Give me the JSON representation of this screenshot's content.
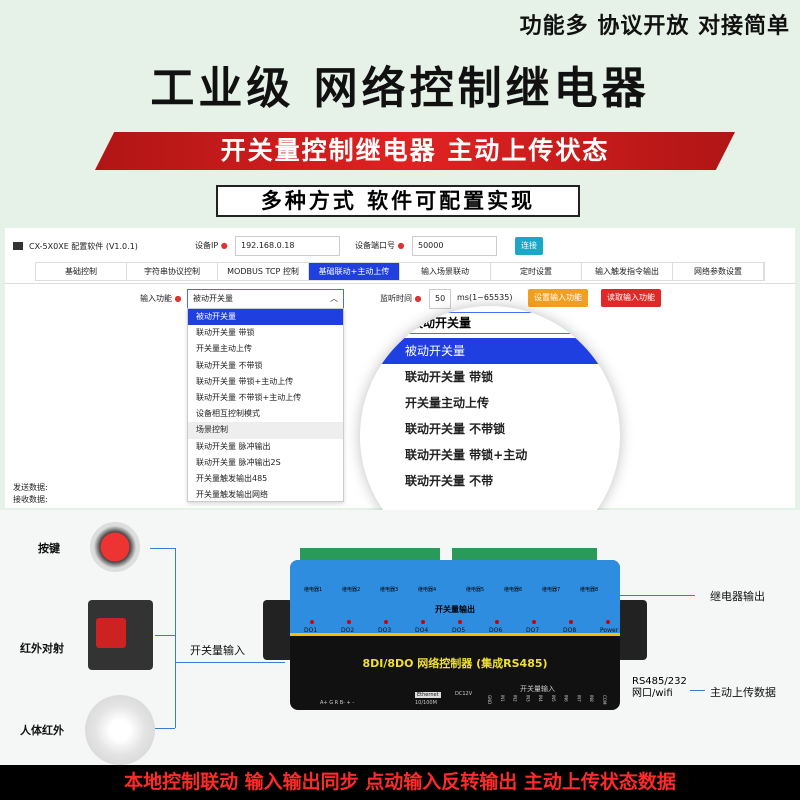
{
  "header": {
    "tagline": "功能多 协议开放 对接简单",
    "title": "工业级 网络控制继电器",
    "ribbon": "开关量控制继电器 主动上传状态",
    "subtitle": "多种方式 软件可配置实现"
  },
  "app": {
    "title": "CX-5X0XE 配置软件 (V1.0.1)",
    "ip_label": "设备IP",
    "ip_value": "192.168.0.18",
    "port_label": "设备端口号",
    "port_value": "50000",
    "connect": "连接",
    "tabs": [
      "基础控制",
      "字符串协议控制",
      "MODBUS TCP 控制",
      "基础联动+主动上传",
      "输入场景联动",
      "定时设置",
      "输入触发指令输出",
      "网络参数设置"
    ],
    "input_func_label": "输入功能",
    "input_func_value": "被动开关量",
    "listen_label": "监听时间",
    "listen_value": "50",
    "listen_unit": "ms(1~65535)",
    "set_btn": "设置输入功能",
    "read_btn": "读取输入功能",
    "send_label": "发送数据:",
    "recv_label": "接收数据:",
    "options": [
      "被动开关量",
      "联动开关量 带锁",
      "开关量主动上传",
      "联动开关量 不带锁",
      "联动开关量 带锁+主动上传",
      "联动开关量 不带锁+主动上传",
      "设备相互控制模式",
      "场景控制",
      "联动开关量 脉冲输出",
      "联动开关量 脉冲输出2S",
      "开关量触发输出485",
      "开关量触发输出网络"
    ],
    "lens_top": "被动开关量",
    "lens_options": [
      "被动开关量",
      "联动开关量 带锁",
      "开关量主动上传",
      "联动开关量 不带锁",
      "联动开关量 带锁+主动",
      "联动开关量 不带"
    ]
  },
  "diagram": {
    "button": "按键",
    "infrared_beam": "红外对射",
    "pir": "人体红外",
    "switch_input": "开关量输入",
    "relay_output": "继电器输出",
    "comm": "RS485/232\n网口/wifi",
    "upload": "主动上传数据",
    "device": {
      "name": "8DI/8DO 网络控制器 (集成RS485)",
      "output_title": "开关量输出",
      "input_title": "开关量输入",
      "do_labels": [
        "DO1",
        "DO2",
        "DO3",
        "DO4",
        "DO5",
        "DO6",
        "DO7",
        "DO8",
        "Power"
      ],
      "relays": [
        "继电器1",
        "继电器2",
        "继电器3",
        "继电器4",
        "继电器5",
        "继电器6",
        "继电器7",
        "继电器8"
      ],
      "ethernet": "Ethernet",
      "ethernet_speed": "10/100M",
      "power": "DC12V",
      "rs485_pins": "A+ G R B- + -",
      "inputs": [
        "GND",
        "IN1",
        "IN2",
        "IN3",
        "IN4",
        "IN5",
        "IN6",
        "IN7",
        "IN8",
        "COM"
      ]
    }
  },
  "footer": "本地控制联动 输入输出同步 点动输入反转输出 主动上传状态数据",
  "colors": {
    "accent": "#1f3fe0",
    "ribbon": "#d01c1c",
    "device_blue": "#2f8de0",
    "footer_text": "#ff2a2a"
  }
}
